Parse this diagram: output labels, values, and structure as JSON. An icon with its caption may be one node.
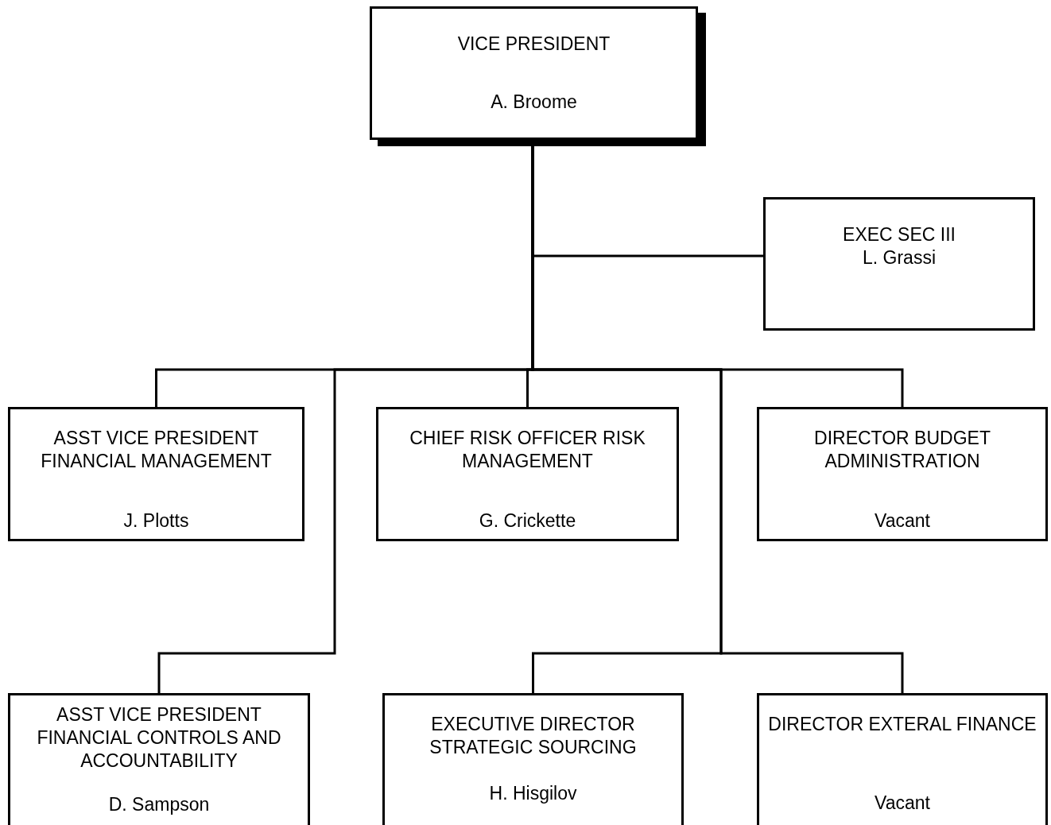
{
  "diagram": {
    "nodes": [
      {
        "text": [
          "VICE PRESIDENT",
          "A. Broome"
        ]
      },
      {
        "text": [
          "EXEC SEC III",
          "L. Grassi"
        ]
      },
      {
        "text": [
          "ASST VICE PRESIDENT FINANCIAL MANAGEMENT",
          "J. Plotts"
        ]
      },
      {
        "text": [
          "CHIEF RISK OFFICER RISK MANAGEMENT",
          "G. Crickette"
        ]
      },
      {
        "text": [
          "DIRECTOR BUDGET ADMINISTRATION",
          "Vacant"
        ]
      },
      {
        "text": [
          "ASST VICE PRESIDENT FINANCIAL CONTROLS AND ACCOUNTABILITY",
          "D. Sampson"
        ]
      },
      {
        "text": [
          "EXECUTIVE DIRECTOR STRATEGIC SOURCING",
          "H. Hisgilov"
        ]
      },
      {
        "text": [
          "DIRECTOR EXTERAL FINANCE",
          "Vacant"
        ]
      }
    ],
    "edges": [
      {
        "from": 0,
        "to": 1,
        "arrow": "none"
      },
      {
        "from": 0,
        "to": 2,
        "arrow": "none"
      },
      {
        "from": 0,
        "to": 3,
        "arrow": "none"
      },
      {
        "from": 0,
        "to": 4,
        "arrow": "none"
      },
      {
        "from": 0,
        "to": 5,
        "arrow": "none"
      },
      {
        "from": 0,
        "to": 6,
        "arrow": "none"
      },
      {
        "from": 0,
        "to": 7,
        "arrow": "none"
      }
    ]
  }
}
